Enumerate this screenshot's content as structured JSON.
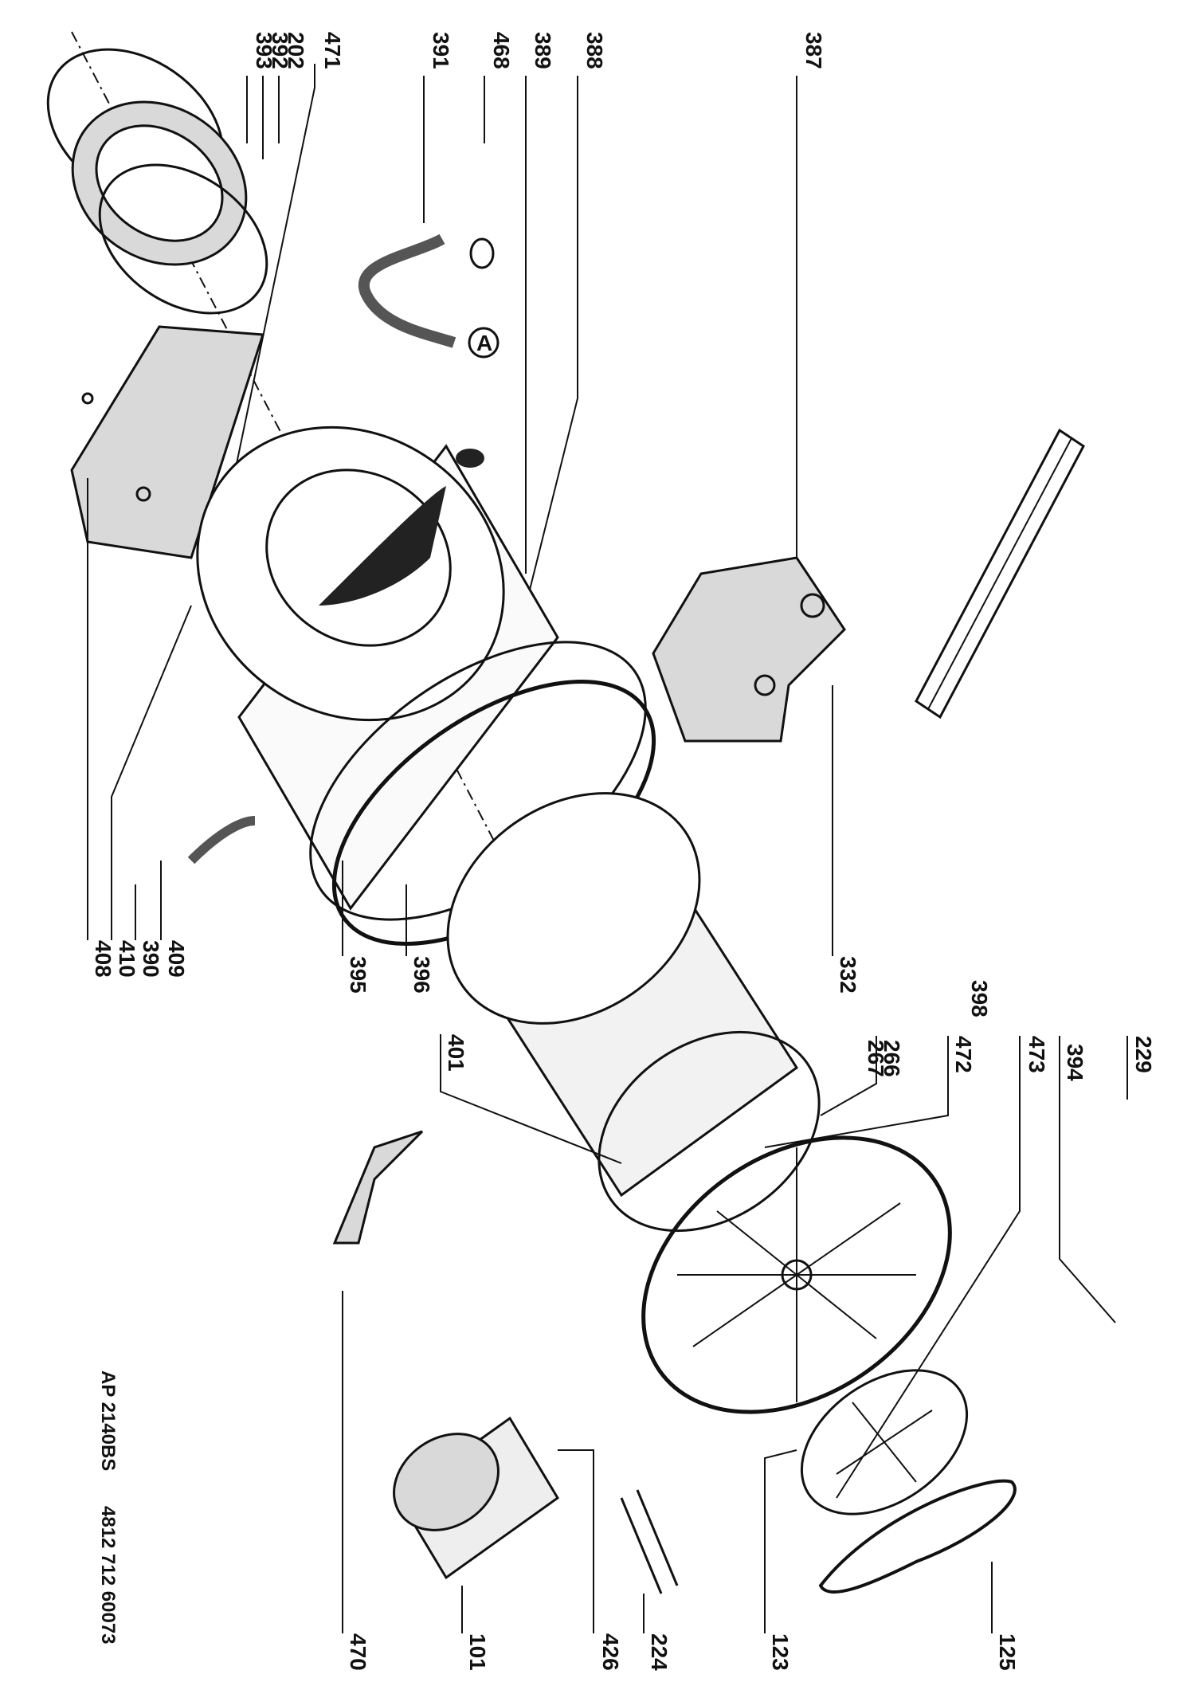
{
  "diagram": {
    "caption_model": "AP 2140BS",
    "caption_code": "4812 712 60073",
    "callout_a": "A",
    "labels": {
      "p387": "387",
      "p388": "388",
      "p389": "389",
      "p468": "468",
      "p391": "391",
      "p471": "471",
      "p202": "202",
      "p392": "392",
      "p393": "393",
      "p408": "408",
      "p410": "410",
      "p390": "390",
      "p409": "409",
      "p395": "395",
      "p396": "396",
      "p332": "332",
      "p401": "401",
      "p267": "267",
      "p266": "266",
      "p398": "398",
      "p472": "472",
      "p473": "473",
      "p394": "394",
      "p229": "229",
      "p470": "470",
      "p101": "101",
      "p426": "426",
      "p224": "224",
      "p123": "123",
      "p125": "125"
    }
  }
}
